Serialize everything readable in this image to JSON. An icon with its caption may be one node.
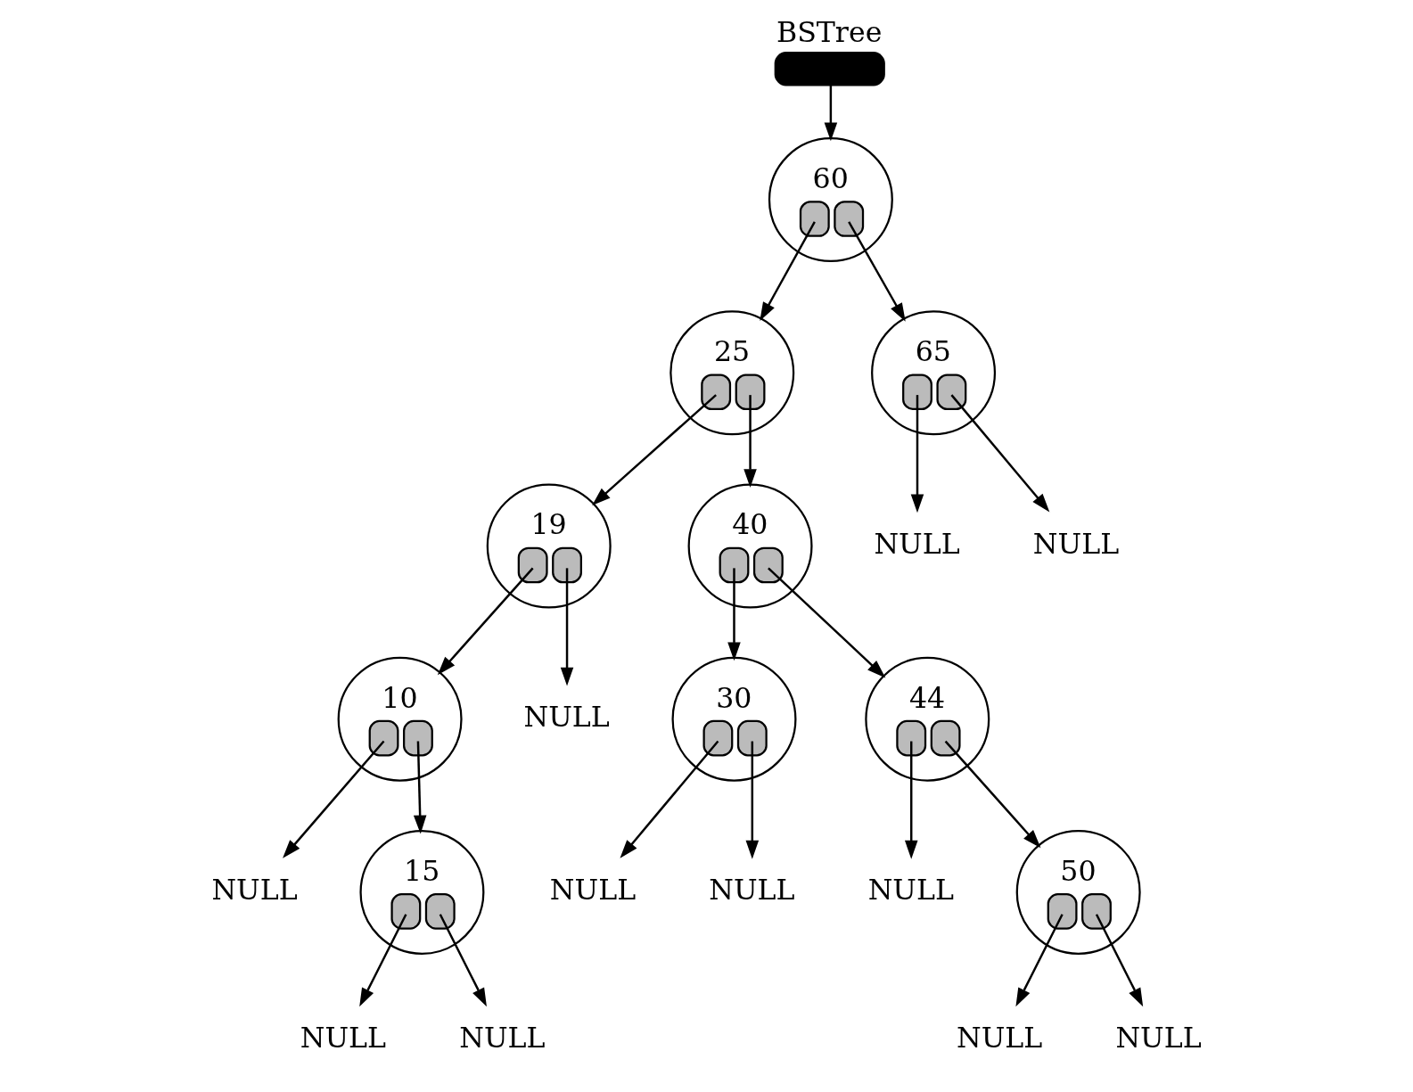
{
  "diagram": {
    "nodes": [
      {
        "text": [
          "BSTree"
        ]
      },
      {
        "text": [
          "60"
        ]
      },
      {
        "text": [
          "25"
        ]
      },
      {
        "text": [
          "65"
        ]
      },
      {
        "text": [
          "19"
        ]
      },
      {
        "text": [
          "40"
        ]
      },
      {
        "text": [
          "NULL"
        ]
      },
      {
        "text": [
          "NULL"
        ]
      },
      {
        "text": [
          "10"
        ]
      },
      {
        "text": [
          "NULL"
        ]
      },
      {
        "text": [
          "30"
        ]
      },
      {
        "text": [
          "44"
        ]
      },
      {
        "text": [
          "NULL"
        ]
      },
      {
        "text": [
          "15"
        ]
      },
      {
        "text": [
          "NULL"
        ]
      },
      {
        "text": [
          "NULL"
        ]
      },
      {
        "text": [
          "NULL"
        ]
      },
      {
        "text": [
          "50"
        ]
      },
      {
        "text": [
          "NULL"
        ]
      },
      {
        "text": [
          "NULL"
        ]
      },
      {
        "text": [
          "NULL"
        ]
      },
      {
        "text": [
          "NULL"
        ]
      }
    ],
    "edges": [
      {
        "from": 0,
        "to": 1,
        "arrow": "to"
      },
      {
        "from": 1,
        "to": 2,
        "arrow": "to"
      },
      {
        "from": 1,
        "to": 3,
        "arrow": "to"
      },
      {
        "from": 2,
        "to": 4,
        "arrow": "to"
      },
      {
        "from": 2,
        "to": 5,
        "arrow": "to"
      },
      {
        "from": 3,
        "to": 6,
        "arrow": "to"
      },
      {
        "from": 3,
        "to": 7,
        "arrow": "to"
      },
      {
        "from": 4,
        "to": 8,
        "arrow": "to"
      },
      {
        "from": 4,
        "to": 9,
        "arrow": "to"
      },
      {
        "from": 5,
        "to": 10,
        "arrow": "to"
      },
      {
        "from": 5,
        "to": 11,
        "arrow": "to"
      },
      {
        "from": 8,
        "to": 12,
        "arrow": "to"
      },
      {
        "from": 8,
        "to": 13,
        "arrow": "to"
      },
      {
        "from": 10,
        "to": 14,
        "arrow": "to"
      },
      {
        "from": 10,
        "to": 15,
        "arrow": "to"
      },
      {
        "from": 11,
        "to": 16,
        "arrow": "to"
      },
      {
        "from": 11,
        "to": 17,
        "arrow": "to"
      },
      {
        "from": 13,
        "to": 18,
        "arrow": "to"
      },
      {
        "from": 13,
        "to": 19,
        "arrow": "to"
      },
      {
        "from": 17,
        "to": 20,
        "arrow": "to"
      },
      {
        "from": 17,
        "to": 21,
        "arrow": "to"
      }
    ]
  }
}
